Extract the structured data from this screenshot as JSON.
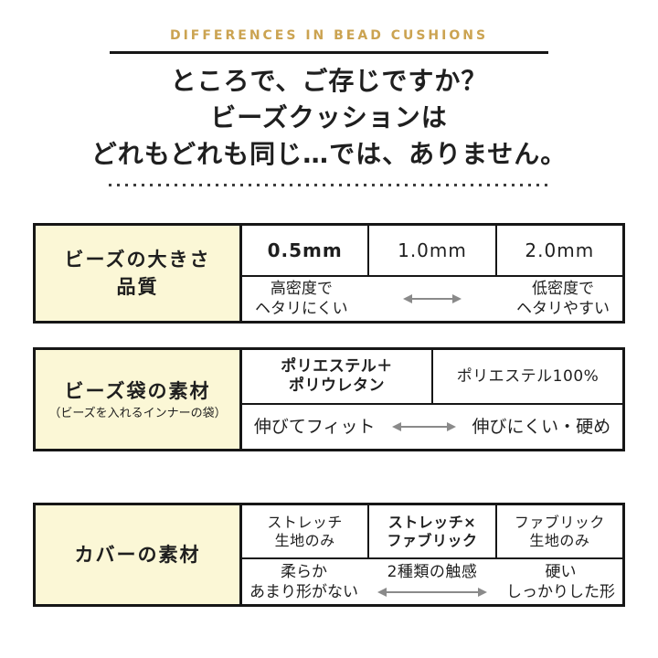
{
  "header": {
    "eyebrow": "DIFFERENCES IN BEAD CUSHIONS",
    "title_line1": "ところで、ご存じですか？",
    "title_line2": "ビーズクッションは",
    "title_line3": "どれもどれも同じ…では、ありません。"
  },
  "colors": {
    "gold": "#cba351",
    "cream": "#fbf7d6",
    "ink": "#1f1f1f",
    "arrow": "#8a8a8a",
    "border": "#161616"
  },
  "icons": {
    "double_arrow": "left-right-arrow"
  },
  "table1": {
    "header_line1": "ビーズの大きさ",
    "header_line2": "品質",
    "col1": "0.5mm",
    "col2": "1.0mm",
    "col3": "2.0mm",
    "left_line1": "高密度で",
    "left_line2": "ヘタリにくい",
    "right_line1": "低密度で",
    "right_line2": "ヘタリやすい"
  },
  "table2": {
    "header": "ビーズ袋の素材",
    "header_note": "（ビーズを入れるインナーの袋）",
    "col1_line1": "ポリエステル＋",
    "col1_line2": "ポリウレタン",
    "col2": "ポリエステル100%",
    "left": "伸びてフィット",
    "right": "伸びにくい・硬め"
  },
  "table3": {
    "header": "カバーの素材",
    "col1_line1": "ストレッチ",
    "col1_line2": "生地のみ",
    "col2_line1": "ストレッチ×",
    "col2_line2": "ファブリック",
    "col3_line1": "ファブリック",
    "col3_line2": "生地のみ",
    "left_line1": "柔らか",
    "left_line2": "あまり形がない",
    "center_label": "2種類の触感",
    "right_line1": "硬い",
    "right_line2": "しっかりした形"
  }
}
